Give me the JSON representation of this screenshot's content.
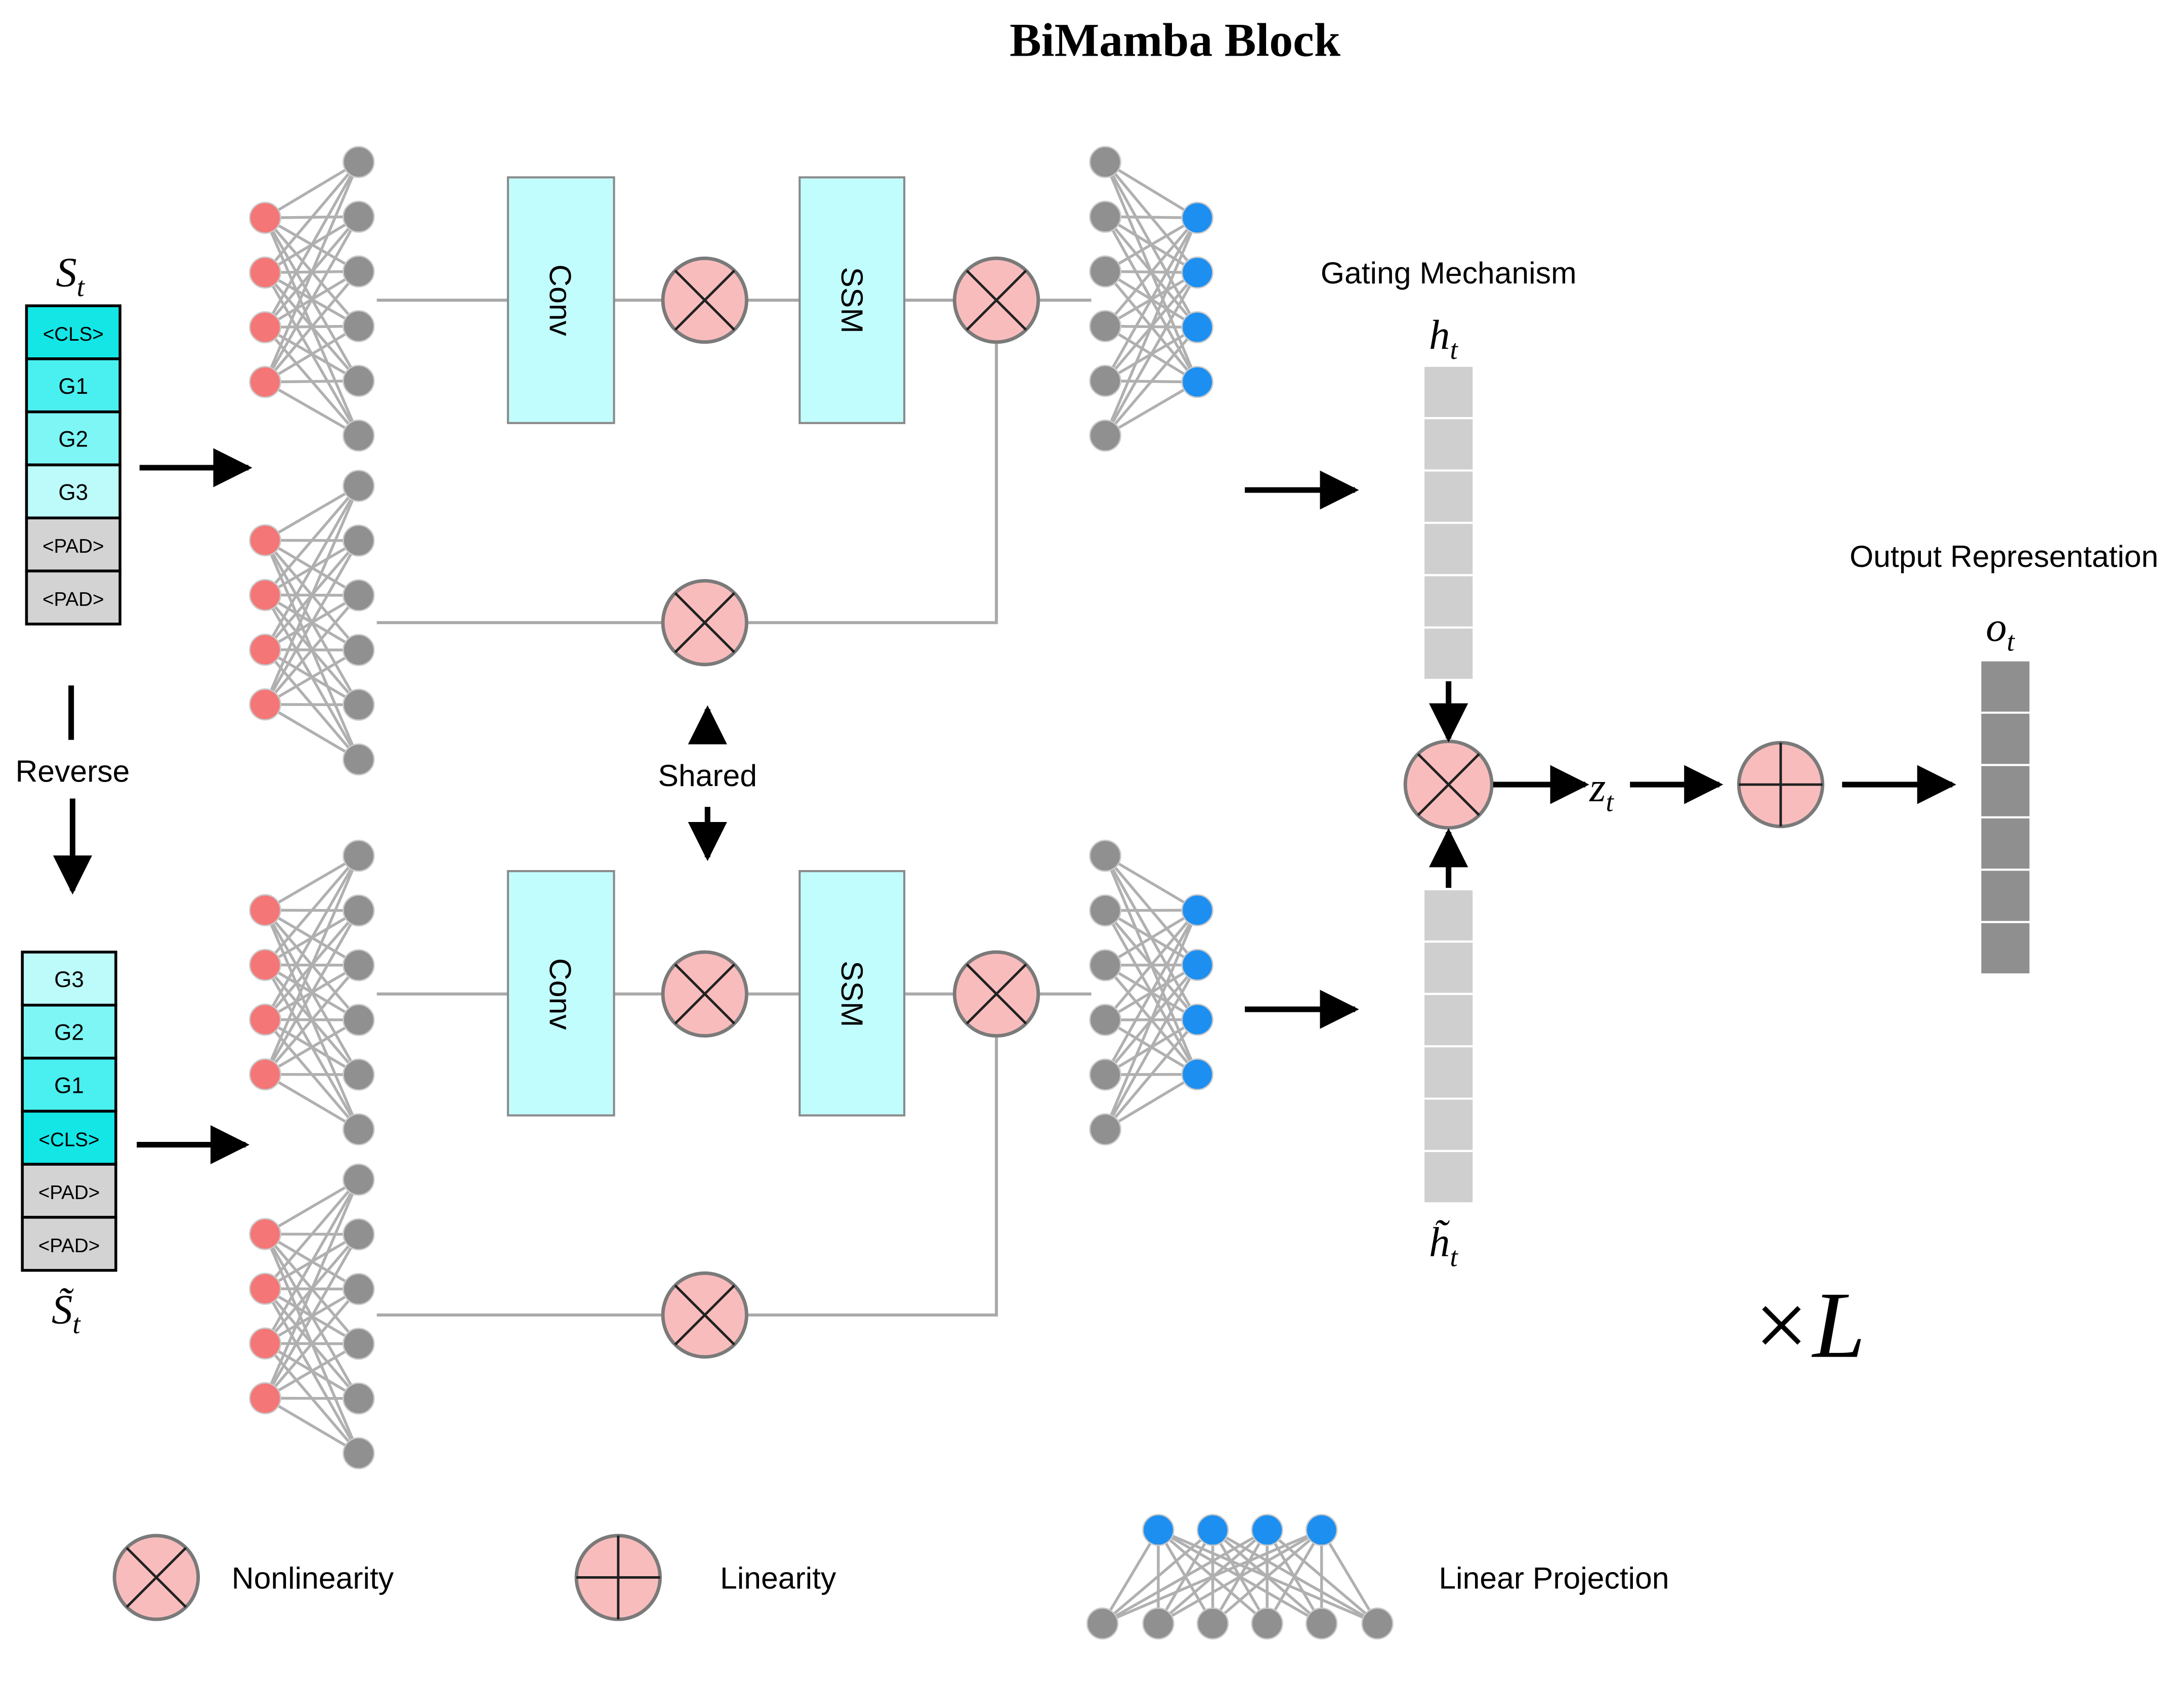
{
  "title": "BiMamba  Block",
  "labels": {
    "gating": "Gating Mechanism",
    "output_repr": "Output Representation",
    "reverse": "Reverse",
    "shared": "Shared",
    "conv": "Conv",
    "ssm": "SSM",
    "times_L": "×L"
  },
  "math": {
    "S_t": "S",
    "S_t_sub": "t",
    "S_tilde": "S̃",
    "S_tilde_sub": "t",
    "h_t": "h",
    "h_t_sub": "t",
    "h_tilde": "h̃",
    "h_tilde_sub": "t",
    "z_t": "z",
    "z_t_sub": "t",
    "o_t": "o",
    "o_t_sub": "t"
  },
  "sequence_forward": [
    "<CLS>",
    "G1",
    "G2",
    "G3",
    "<PAD>",
    "<PAD>"
  ],
  "sequence_reverse": [
    "G3",
    "G2",
    "G1",
    "<CLS>",
    "<PAD>",
    "<PAD>"
  ],
  "legend": {
    "nonlinearity": "Nonlinearity",
    "linearity": "Linearity",
    "linear_projection": "Linear Projection"
  },
  "colors": {
    "cls": "#14e6e6",
    "g1": "#4af0f0",
    "g2": "#7ff6f6",
    "g3": "#bdfbfb",
    "pad": "#d3d3d3",
    "op_fill": "#f9bcbc",
    "op_stroke": "#7a7a7a",
    "red_node": "#f57676",
    "blue_node": "#1d8ff0",
    "gray_node": "#909090",
    "box_fill": "#c2fdfd",
    "box_stroke": "#8a8a8a",
    "vec_light": "#cfcfcf",
    "vec_dark": "#8f8f8f"
  }
}
